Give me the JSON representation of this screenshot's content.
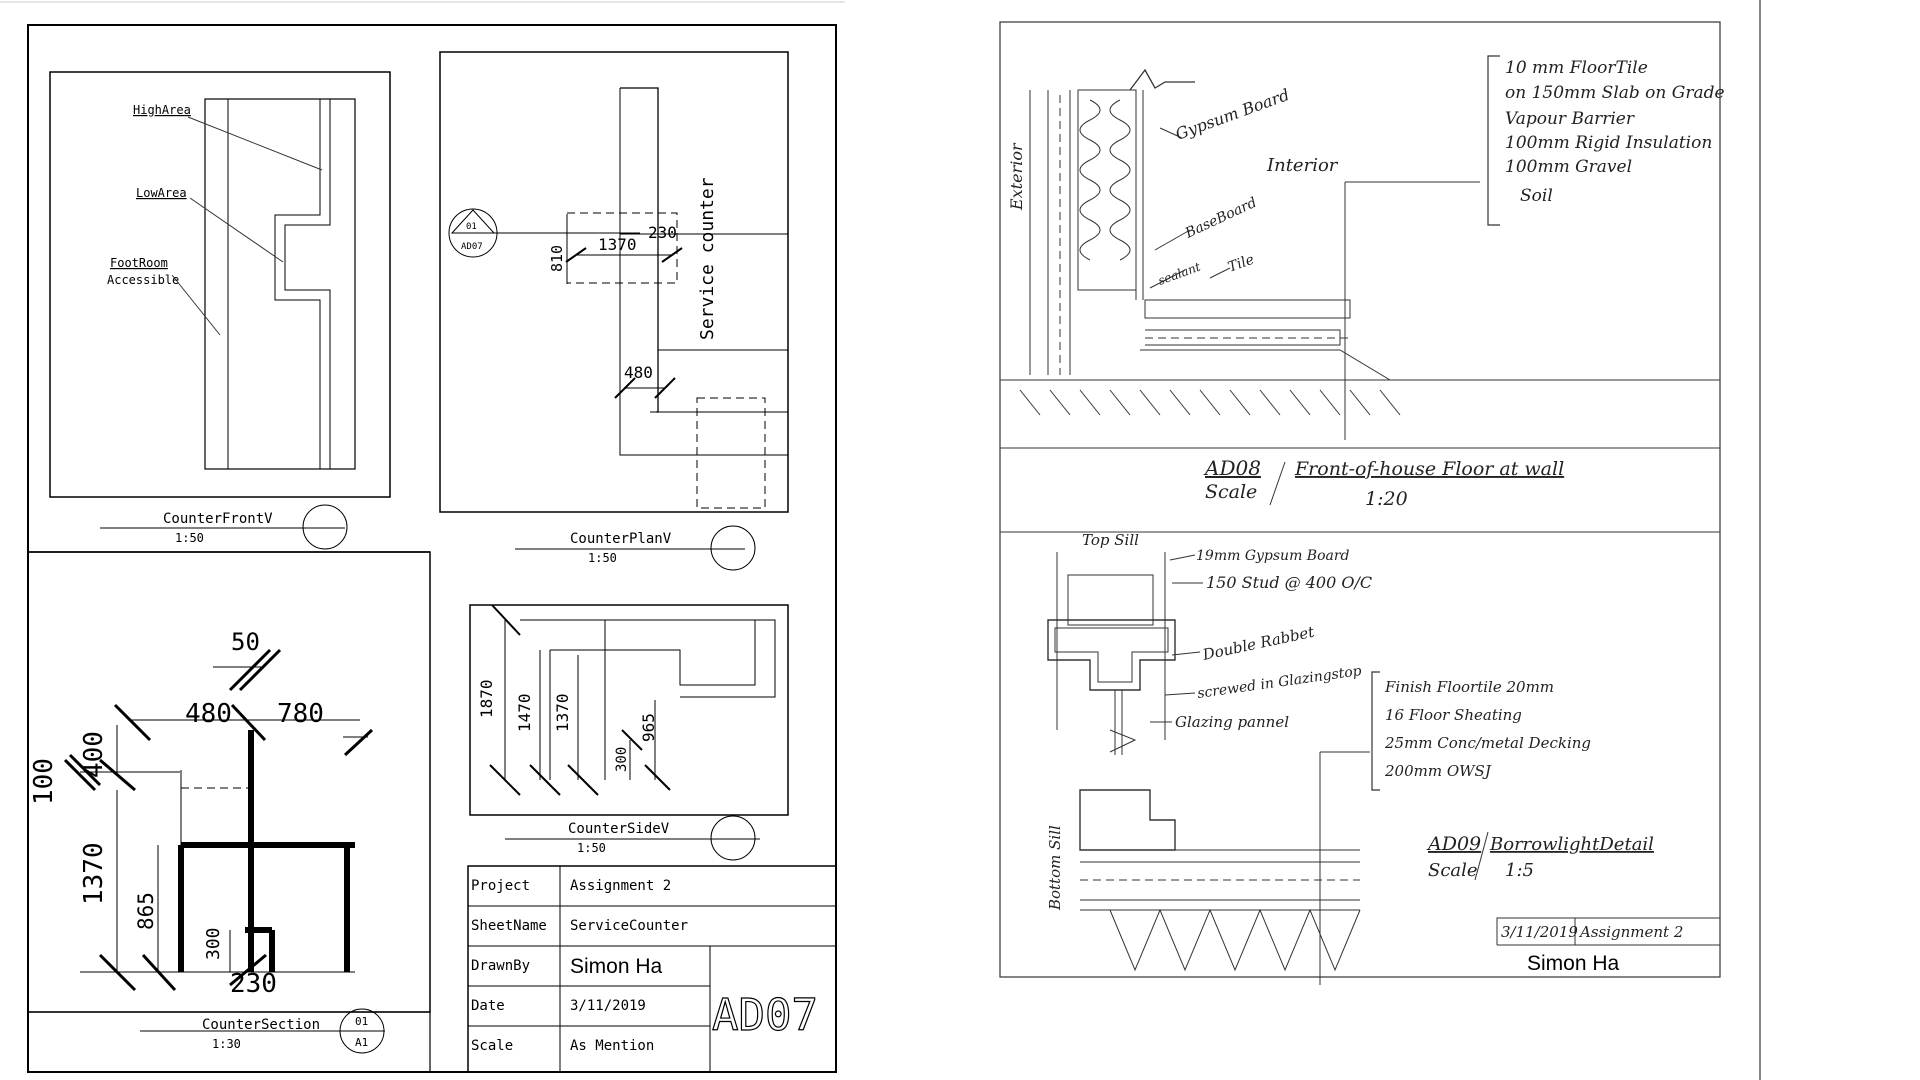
{
  "sheet_left": {
    "front_view": {
      "labels": [
        "HighArea",
        "LowArea",
        "FootRoom",
        "Accessible"
      ],
      "title": "CounterFrontV",
      "scale": "1:50"
    },
    "plan_view": {
      "section_marker": {
        "top": "01",
        "bottom": "AD07"
      },
      "dims": [
        "1370",
        "230",
        "810",
        "480"
      ],
      "service_label": "Service counter",
      "title": "CounterPlanV",
      "scale": "1:50"
    },
    "section_view": {
      "dims": [
        "50",
        "480",
        "780",
        "400",
        "100",
        "1370",
        "865",
        "300",
        "230"
      ],
      "title": "CounterSection",
      "scale": "1:30",
      "marker": {
        "top": "01",
        "bottom": "A1"
      }
    },
    "side_view": {
      "dims": [
        "1870",
        "1470",
        "1370",
        "300",
        "965"
      ],
      "title": "CounterSideV",
      "scale": "1:50"
    },
    "title_block": {
      "rows": [
        {
          "label": "Project",
          "value": "Assignment 2"
        },
        {
          "label": "SheetName",
          "value": "ServiceCounter"
        },
        {
          "label": "DrawnBy",
          "value": "Simon Ha"
        },
        {
          "label": "Date",
          "value": "3/11/2019"
        },
        {
          "label": "Scale",
          "value": "As Mention"
        }
      ],
      "sheet_number": "AD07"
    }
  },
  "sheet_right": {
    "floor_detail": {
      "notes": [
        "10 mm FloorTile",
        "on 150mm Slab on Grade",
        "Vapour Barrier",
        "100mm Rigid Insulation",
        "100mm Gravel",
        "Soil"
      ],
      "labels": {
        "exterior": "Exterior",
        "gypsum": "Gypsum Board",
        "interior": "Interior",
        "baseboard": "BaseBoard",
        "sealant": "sealant",
        "tile": "Tile"
      },
      "title": "AD08",
      "subtitle": "Front-of-house Floor at wall",
      "scale_label": "Scale",
      "scale": "1:20"
    },
    "borrow_light_detail": {
      "labels": {
        "top_sill": "Top Sill",
        "gypsum": "19mm Gypsum Board",
        "stud": "150 Stud @ 400 O/C",
        "rabbet": "Double Rabbet",
        "glazing_stop": "screwed in Glazingstop",
        "glazing_panel": "Glazing pannel",
        "bottom_sill": "Bottom Sill"
      },
      "notes": [
        "Finish Floortile 20mm",
        "16 Floor Sheating",
        "25mm Conc/metal Decking",
        "200mm OWSJ"
      ],
      "title": "AD09",
      "subtitle": "BorrowlightDetail",
      "scale_label": "Scale",
      "scale": "1:5"
    },
    "title_block": {
      "date": "3/11/2019",
      "project": "Assignment 2",
      "drawn_by": "Simon Ha"
    }
  }
}
